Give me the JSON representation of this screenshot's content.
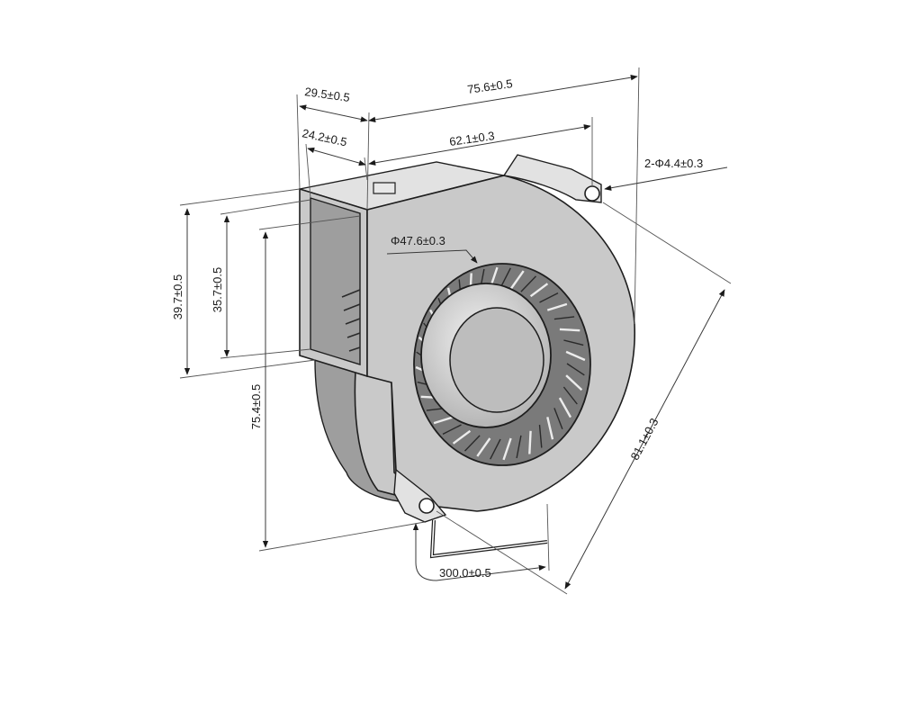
{
  "drawing": {
    "subject_icon": "blower-fan-icon",
    "colors": {
      "line": "#1e1e1e",
      "body": "#c9c9c9",
      "shade": "#9e9e9e"
    }
  },
  "dimensions": {
    "outlet_depth": "29.5±0.5",
    "overall_width": "75.6±0.5",
    "outlet_inner": "24.2±0.5",
    "hole_span": "62.1±0.3",
    "mount_holes": "2-Φ4.4±0.3",
    "hub_diameter": "Φ47.6±0.3",
    "outlet_height": "39.7±0.5",
    "outlet_inner_height": "35.7±0.5",
    "overall_height": "75.4±0.5",
    "diagonal": "81.1±0.3",
    "lead_length": "300.0±0.5"
  }
}
